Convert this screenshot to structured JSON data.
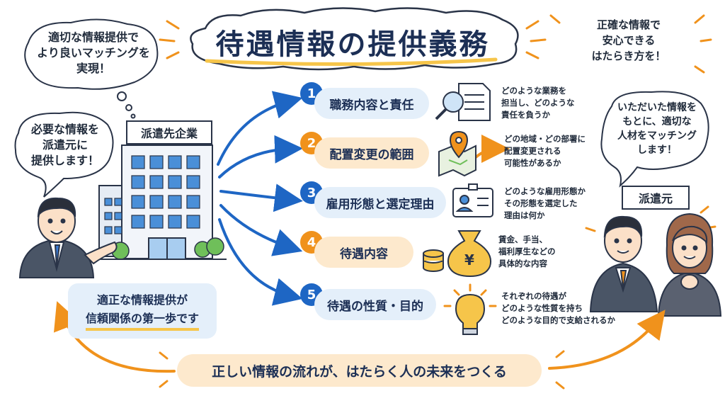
{
  "title": "待遇情報の提供義務",
  "bubbles": {
    "top_left": [
      "適切な情報提供で",
      "より良いマッチングを",
      "実現！"
    ],
    "left_person": [
      "必要な情報を",
      "派遣元に",
      "提供します！"
    ],
    "top_right": [
      "正確な情報で",
      "安心できる",
      "はたらき方を！"
    ],
    "right_people": [
      "いただいた情報を",
      "もとに、適切な",
      "人材をマッチング",
      "します！"
    ]
  },
  "labels": {
    "company": "派遣先企業",
    "agency": "派遣元"
  },
  "note_card": [
    "適正な情報提供が",
    "信頼関係の第一歩です"
  ],
  "bottom_banner": "正しい情報の流れが、はたらく人の未来をつくる",
  "items": [
    {
      "num": "1",
      "label": "職務内容と責任",
      "icon": "magnifier-document-icon",
      "desc": [
        "どのような業務を",
        "担当し、どのような",
        "責任を負うか"
      ]
    },
    {
      "num": "2",
      "label": "配置変更の範囲",
      "icon": "map-pin-icon",
      "desc": [
        "どの地域・どの部署に",
        "配置変更される",
        "可能性があるか"
      ]
    },
    {
      "num": "3",
      "label": "雇用形態と選定理由",
      "icon": "id-card-icon",
      "desc": [
        "どのような雇用形態か",
        "その形態を選定した",
        "理由は何か"
      ]
    },
    {
      "num": "4",
      "label": "待遇内容",
      "icon": "money-bag-icon",
      "desc": [
        "賃金、手当、",
        "福利厚生などの",
        "具体的な内容"
      ]
    },
    {
      "num": "5",
      "label": "待遇の性質・目的",
      "icon": "lightbulb-icon",
      "desc": [
        "それぞれの待遇が",
        "どのような性質を持ち",
        "どのような目的で支給されるか"
      ]
    }
  ],
  "icon_glyphs": {
    "yen": "¥"
  },
  "colors": {
    "navy": "#1c2f55",
    "blue": "#1e66c4",
    "orange": "#f0921c",
    "light_blue": "#e4effa",
    "light_orange": "#fde9cd"
  }
}
